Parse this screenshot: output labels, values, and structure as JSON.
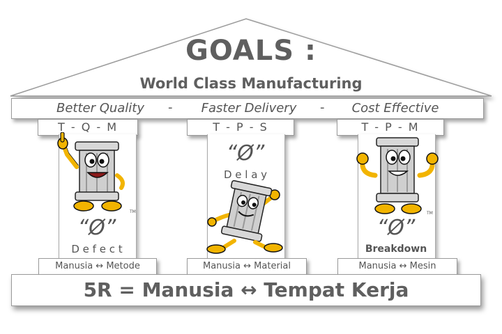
{
  "header": {
    "title": "GOALS :",
    "subtitle": "World Class Manufacturing"
  },
  "goals": {
    "items": [
      "Better Quality",
      "Faster Delivery",
      "Cost Effective"
    ],
    "separator": "-"
  },
  "pillars": [
    {
      "cap": "T - Q - M",
      "symbol": "“Ø”",
      "word": "D e f e c t",
      "relation": "Manusia ↔ Metode",
      "mascot": "pointing-pillar-mascot-icon"
    },
    {
      "cap": "T - P - S",
      "symbol": "“Ø”",
      "word": "D e l a y",
      "relation": "Manusia ↔ Material",
      "mascot": "running-pillar-mascot-icon"
    },
    {
      "cap": "T - P - M",
      "symbol": "“Ø”",
      "word": "Breakdown",
      "relation": "Manusia ↔ Mesin",
      "mascot": "flexing-pillar-mascot-icon"
    }
  ],
  "foundation": {
    "text": "5R = Manusia ↔ Tempat Kerja"
  },
  "trademark": "TM",
  "colors": {
    "text": "#5a5a5a",
    "mascot_gray": "#c8c8c8",
    "mascot_yellow": "#f2b400"
  }
}
